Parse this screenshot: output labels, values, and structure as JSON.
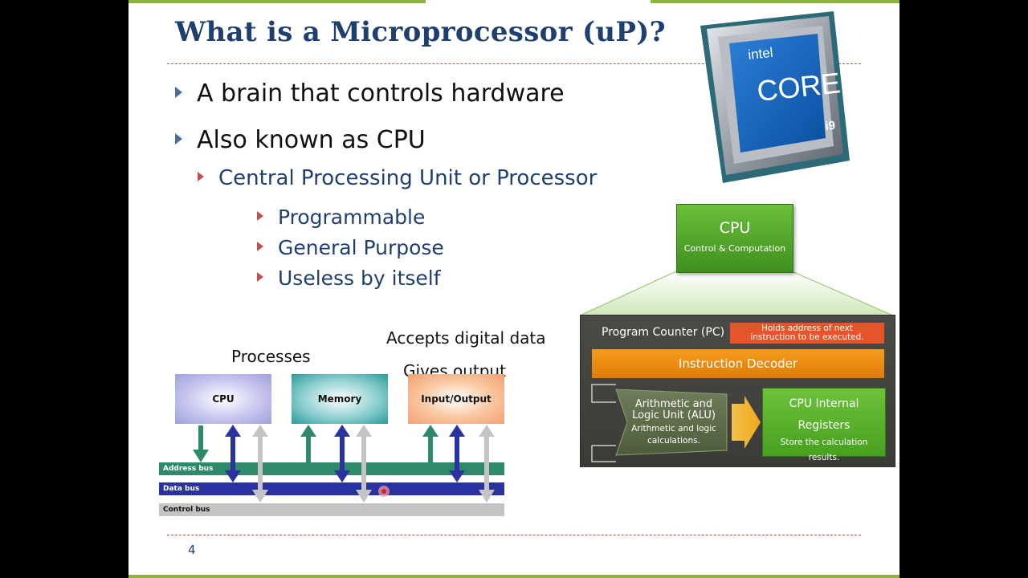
{
  "slide": {
    "title": "What is a Microprocessor (uP)?",
    "bullets": [
      {
        "level": 1,
        "text": "A brain that controls hardware"
      },
      {
        "level": 1,
        "text": "Also known as CPU"
      },
      {
        "level": 2,
        "text": "Central Processing Unit or Processor"
      },
      {
        "level": 3,
        "text": "Programmable"
      },
      {
        "level": 3,
        "text": "General Purpose"
      },
      {
        "level": 3,
        "text": "Useless by itself"
      }
    ],
    "page_number": "4"
  },
  "chip": {
    "brand": "intel",
    "product": "CORE",
    "tier": "i9"
  },
  "bus_diagram": {
    "labels": {
      "processes": "Processes",
      "accepts": "Accepts digital data",
      "gives": "Gives output"
    },
    "boxes": [
      "CPU",
      "Memory",
      "Input/Output"
    ],
    "buses": [
      "Address bus",
      "Data bus",
      "Control bus"
    ],
    "colors": {
      "address": "#2e8a6a",
      "data": "#2a32a0",
      "control": "#c4c4c4"
    }
  },
  "cpu_diagram": {
    "title": "CPU",
    "subtitle": "Control & Computation",
    "pc_label": "Program Counter (PC)",
    "pc_note_line1": "Holds address of next",
    "pc_note_line2": "instruction to be executed.",
    "decoder": "Instruction Decoder",
    "alu_line1": "Arithmetic and",
    "alu_line2": "Logic Unit (ALU)",
    "alu_desc_line1": "Arithmetic and logic",
    "alu_desc_line2": "calculations.",
    "regs_line1": "CPU Internal",
    "regs_line2": "Registers",
    "regs_desc_line1": "Store the calculation",
    "regs_desc_line2": "results."
  }
}
